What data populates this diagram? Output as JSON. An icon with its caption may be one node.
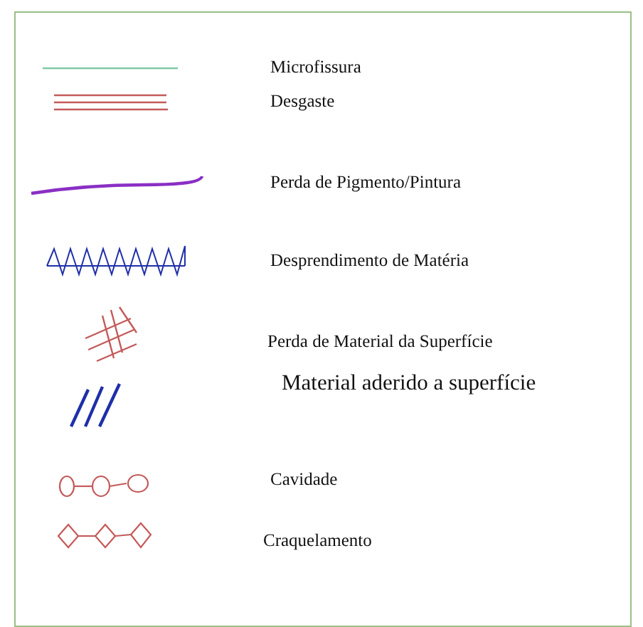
{
  "diagram": {
    "legend": [
      {
        "text": "Microfissura"
      },
      {
        "text": "Desgaste"
      },
      {
        "text": "Perda de Pigmento/Pintura"
      },
      {
        "text": "Desprendimento de Matéria"
      },
      {
        "text": "Perda de Material da Superfície"
      },
      {
        "text": "Material aderido a superfície"
      },
      {
        "text": "Cavidade"
      },
      {
        "text": "Craquelamento"
      }
    ]
  }
}
